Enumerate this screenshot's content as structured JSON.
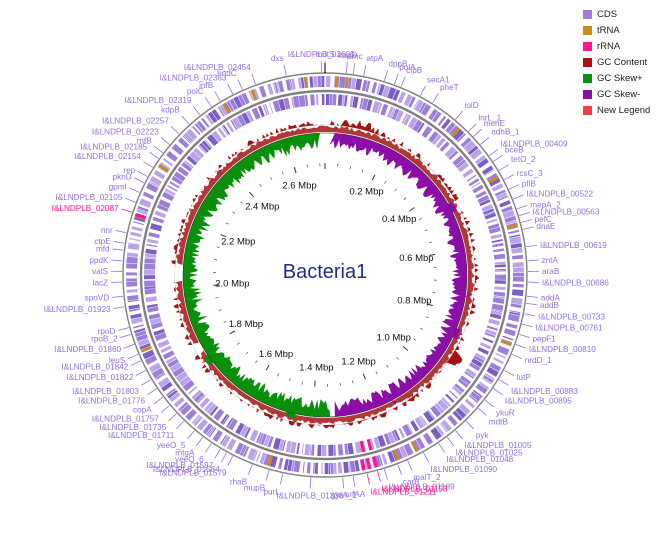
{
  "genome": {
    "name": "Bacteria1",
    "length_mbp": 2.72
  },
  "legend": [
    {
      "label": "CDS",
      "color": "#9b7fd9"
    },
    {
      "label": "tRNA",
      "color": "#cc8a1e"
    },
    {
      "label": "rRNA",
      "color": "#ff1493"
    },
    {
      "label": "GC Content",
      "color": "#a31515"
    },
    {
      "label": "GC Skew+",
      "color": "#0a8f0a"
    },
    {
      "label": "GC Skew-",
      "color": "#8b0ea8"
    },
    {
      "label": "New Legend",
      "color": "#e8463a"
    }
  ],
  "colors": {
    "label": "#9370db",
    "label_highlight": "#ff1493",
    "title": "#1f2f87",
    "backbone": "#808080"
  },
  "scale_labels": [
    {
      "text": "0.2 Mbp",
      "mbp": 0.2
    },
    {
      "text": "0.4 Mbp",
      "mbp": 0.4
    },
    {
      "text": "0.6 Mbp",
      "mbp": 0.6
    },
    {
      "text": "0.8 Mbp",
      "mbp": 0.8
    },
    {
      "text": "1.0 Mbp",
      "mbp": 1.0
    },
    {
      "text": "1.2 Mbp",
      "mbp": 1.2
    },
    {
      "text": "1.4 Mbp",
      "mbp": 1.4
    },
    {
      "text": "1.6 Mbp",
      "mbp": 1.6
    },
    {
      "text": "1.8 Mbp",
      "mbp": 1.8
    },
    {
      "text": "2.0 Mbp",
      "mbp": 2.0
    },
    {
      "text": "2.2 Mbp",
      "mbp": 2.2
    },
    {
      "text": "2.4 Mbp",
      "mbp": 2.4
    },
    {
      "text": "2.6 Mbp",
      "mbp": 2.6
    }
  ],
  "gene_labels": [
    {
      "text": "mutS",
      "deg": 0
    },
    {
      "text": "I&LNDPLB_02605",
      "deg": 359
    },
    {
      "text": "kdpD",
      "deg": 6
    },
    {
      "text": "smc",
      "deg": 8
    },
    {
      "text": "atpA",
      "deg": 11
    },
    {
      "text": "dppB",
      "deg": 17
    },
    {
      "text": "polA",
      "deg": 20
    },
    {
      "text": "clpB",
      "deg": 22
    },
    {
      "text": "secA1",
      "deg": 28
    },
    {
      "text": "pheT",
      "deg": 32
    },
    {
      "text": "iolD",
      "deg": 40
    },
    {
      "text": "lnrL_1",
      "deg": 45
    },
    {
      "text": "menE",
      "deg": 47
    },
    {
      "text": "adhB_1",
      "deg": 50
    },
    {
      "text": "I&LNDPLB_00409",
      "deg": 54
    },
    {
      "text": "bceB",
      "deg": 56
    },
    {
      "text": "tetO_2",
      "deg": 59
    },
    {
      "text": "rcsC_3",
      "deg": 62
    },
    {
      "text": "pflB",
      "deg": 65
    },
    {
      "text": "I&LNDPLB_00522",
      "deg": 68
    },
    {
      "text": "mepA_2",
      "deg": 71
    },
    {
      "text": "I&LNDPLB_00563",
      "deg": 73
    },
    {
      "text": "pefC",
      "deg": 75
    },
    {
      "text": "dnaE",
      "deg": 77
    },
    {
      "text": "I&LNDPLB_00619",
      "deg": 82
    },
    {
      "text": "zntA",
      "deg": 86
    },
    {
      "text": "araB",
      "deg": 89
    },
    {
      "text": "I&LNDPLB_00686",
      "deg": 92
    },
    {
      "text": "addA",
      "deg": 96
    },
    {
      "text": "addB",
      "deg": 98
    },
    {
      "text": "I&LNDPLB_00733",
      "deg": 101
    },
    {
      "text": "I&LNDPLB_00761",
      "deg": 104
    },
    {
      "text": "pepF1",
      "deg": 107
    },
    {
      "text": "I&LNDPLB_00810",
      "deg": 110
    },
    {
      "text": "nrdD_1",
      "deg": 113
    },
    {
      "text": "lutP",
      "deg": 118
    },
    {
      "text": "I&LNDPLB_00883",
      "deg": 121
    },
    {
      "text": "I&LNDPLB_00895",
      "deg": 124
    },
    {
      "text": "ykuR",
      "deg": 128
    },
    {
      "text": "mdtB",
      "deg": 131
    },
    {
      "text": "pyk",
      "deg": 136
    },
    {
      "text": "I&LNDPLB_01005",
      "deg": 140
    },
    {
      "text": "I&LNDPLB_01025",
      "deg": 143
    },
    {
      "text": "I&LNDPLB_01048",
      "deg": 146
    },
    {
      "text": "I&LNDPLB_01090",
      "deg": 151
    },
    {
      "text": "malT_2",
      "deg": 156
    },
    {
      "text": "carB",
      "deg": 159
    },
    {
      "text": "I&LNDPLB_01189",
      "deg": 163
    },
    {
      "text": "I&LNDPLB_01193",
      "deg": 165,
      "highlight": true
    },
    {
      "text": "I&LNDPLB_01211",
      "deg": 168,
      "highlight": true
    },
    {
      "text": "srfAA",
      "deg": 172
    },
    {
      "text": "gyrA_1",
      "deg": 175
    },
    {
      "text": "I&LNDPLB_01338",
      "deg": 184
    },
    {
      "text": "purL",
      "deg": 192
    },
    {
      "text": "mupB",
      "deg": 196
    },
    {
      "text": "rhaB",
      "deg": 201
    },
    {
      "text": "I&LNDPLB_01579",
      "deg": 207
    },
    {
      "text": "I&LNDPLB_01584",
      "deg": 209
    },
    {
      "text": "I&LNDPLB_01597",
      "deg": 211
    },
    {
      "text": "yeeO_6",
      "deg": 214
    },
    {
      "text": "mtgA",
      "deg": 217
    },
    {
      "text": "yeeO_5",
      "deg": 220
    },
    {
      "text": "I&LNDPLB_01711",
      "deg": 224
    },
    {
      "text": "I&LNDPLB_01735",
      "deg": 227
    },
    {
      "text": "I&LNDPLB_01757",
      "deg": 230
    },
    {
      "text": "copA",
      "deg": 233
    },
    {
      "text": "I&LNDPLB_01776",
      "deg": 236
    },
    {
      "text": "I&LNDPLB_01803",
      "deg": 239
    },
    {
      "text": "I&LNDPLB_01822",
      "deg": 242
    },
    {
      "text": "I&LNDPLB_01842",
      "deg": 245
    },
    {
      "text": "leuS",
      "deg": 247
    },
    {
      "text": "I&LNDPLB_01860",
      "deg": 250
    },
    {
      "text": "rpoB_2",
      "deg": 253
    },
    {
      "text": "rpoD",
      "deg": 255
    },
    {
      "text": "I&LNDPLB_01923",
      "deg": 261
    },
    {
      "text": "spoVD",
      "deg": 264
    },
    {
      "text": "lacZ",
      "deg": 268
    },
    {
      "text": "valS",
      "deg": 271
    },
    {
      "text": "ppdK",
      "deg": 274
    },
    {
      "text": "mfd",
      "deg": 277
    },
    {
      "text": "ctpE",
      "deg": 279
    },
    {
      "text": "nnr",
      "deg": 282
    },
    {
      "text": "I&LNDPLB_02087",
      "deg": 288,
      "highlight": true
    },
    {
      "text": "I&LNDPLB_02105",
      "deg": 291
    },
    {
      "text": "gpmI",
      "deg": 294
    },
    {
      "text": "pknD",
      "deg": 297
    },
    {
      "text": "rep",
      "deg": 299
    },
    {
      "text": "I&LNDPLB_02154",
      "deg": 302
    },
    {
      "text": "I&LNDPLB_02185",
      "deg": 305
    },
    {
      "text": "rnfB",
      "deg": 307
    },
    {
      "text": "I&LNDPLB_02223",
      "deg": 310
    },
    {
      "text": "I&LNDPLB_02257",
      "deg": 314
    },
    {
      "text": "kdpB",
      "deg": 318
    },
    {
      "text": "I&LNDPLB_02319",
      "deg": 322
    },
    {
      "text": "polC",
      "deg": 326
    },
    {
      "text": "infB",
      "deg": 329
    },
    {
      "text": "I&LNDPLB_02363",
      "deg": 333
    },
    {
      "text": "hndC",
      "deg": 336
    },
    {
      "text": "I&LNDPLB_02454",
      "deg": 340
    },
    {
      "text": "dxs",
      "deg": 349
    }
  ]
}
